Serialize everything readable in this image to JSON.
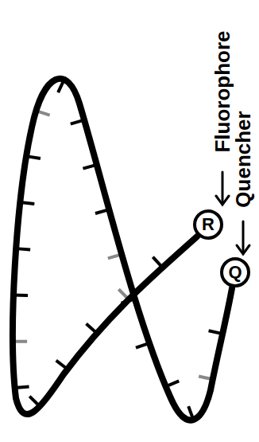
{
  "diagram": {
    "nodes": [
      {
        "text": [
          "R"
        ]
      },
      {
        "text": [
          "Q"
        ]
      }
    ],
    "labels": [
      "Fluorophore",
      "Quencher"
    ]
  }
}
